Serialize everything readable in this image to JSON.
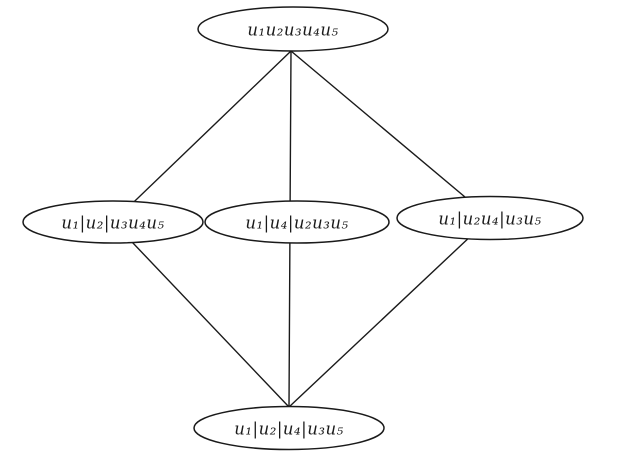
{
  "figure": {
    "background": "#ffffff",
    "stroke_color": "#1a1a1a",
    "text_color": "#1a1a1a",
    "description": "Partition refinement lattice diagram with five ellipse nodes and six connecting edges"
  },
  "nodes": [
    {
      "id": "top",
      "label": "u₁u₂u₃u₄u₅"
    },
    {
      "id": "mid-left",
      "label": "u₁|u₂|u₃u₄u₅"
    },
    {
      "id": "mid-center",
      "label": "u₁|u₄|u₂u₃u₅"
    },
    {
      "id": "mid-right",
      "label": "u₁|u₂u₄|u₃u₅"
    },
    {
      "id": "bottom",
      "label": "u₁|u₂|u₄|u₃u₅"
    }
  ],
  "edges": [
    {
      "from": "top",
      "to": "mid-left"
    },
    {
      "from": "top",
      "to": "mid-center"
    },
    {
      "from": "top",
      "to": "mid-right"
    },
    {
      "from": "mid-left",
      "to": "bottom"
    },
    {
      "from": "mid-center",
      "to": "bottom"
    },
    {
      "from": "mid-right",
      "to": "bottom"
    }
  ]
}
